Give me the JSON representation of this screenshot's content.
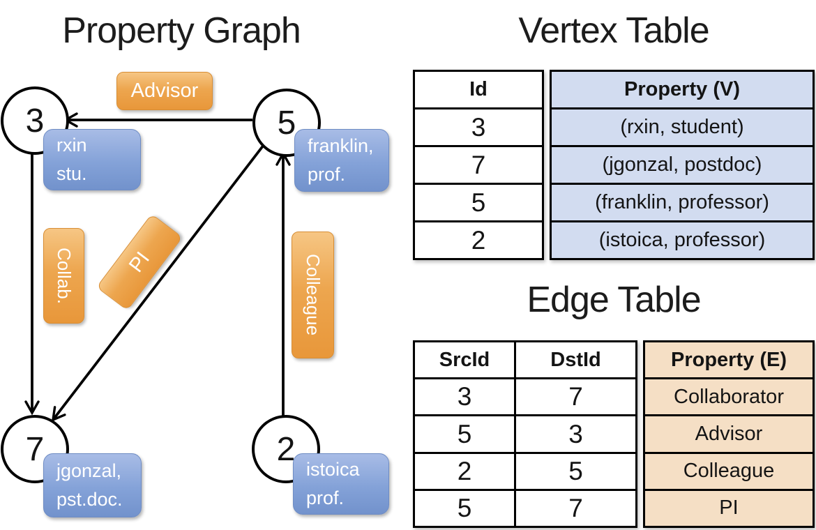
{
  "graph": {
    "title": "Property Graph",
    "vertices": [
      {
        "id": "3",
        "prop": [
          "rxin",
          "stu."
        ]
      },
      {
        "id": "5",
        "prop": [
          "franklin,",
          "prof."
        ]
      },
      {
        "id": "7",
        "prop": [
          "jgonzal,",
          "pst.doc."
        ]
      },
      {
        "id": "2",
        "prop": [
          "istoica",
          "prof."
        ]
      }
    ],
    "edge_labels": [
      {
        "name": "advisor",
        "label": "Advisor"
      },
      {
        "name": "collaborator",
        "label": "Collab."
      },
      {
        "name": "pi",
        "label": "PI"
      },
      {
        "name": "colleague",
        "label": "Colleague"
      }
    ]
  },
  "vertex_table": {
    "title": "Vertex Table",
    "columns": {
      "id": "Id",
      "property": "Property (V)"
    },
    "rows": [
      {
        "id": "3",
        "property": "(rxin, student)"
      },
      {
        "id": "7",
        "property": "(jgonzal, postdoc)"
      },
      {
        "id": "5",
        "property": "(franklin, professor)"
      },
      {
        "id": "2",
        "property": "(istoica, professor)"
      }
    ]
  },
  "edge_table": {
    "title": "Edge Table",
    "columns": {
      "src": "SrcId",
      "dst": "DstId",
      "property": "Property (E)"
    },
    "rows": [
      {
        "src": "3",
        "dst": "7",
        "property": "Collaborator"
      },
      {
        "src": "5",
        "dst": "3",
        "property": "Advisor"
      },
      {
        "src": "2",
        "dst": "5",
        "property": "Colleague"
      },
      {
        "src": "5",
        "dst": "7",
        "property": "PI"
      }
    ]
  },
  "colors": {
    "edge_label_orange": "#eda64f",
    "vertex_label_blue": "#84a2d8",
    "vertex_property_bg": "#d2dcf0",
    "edge_property_bg": "#f5dfc5",
    "line_black": "#000000"
  }
}
